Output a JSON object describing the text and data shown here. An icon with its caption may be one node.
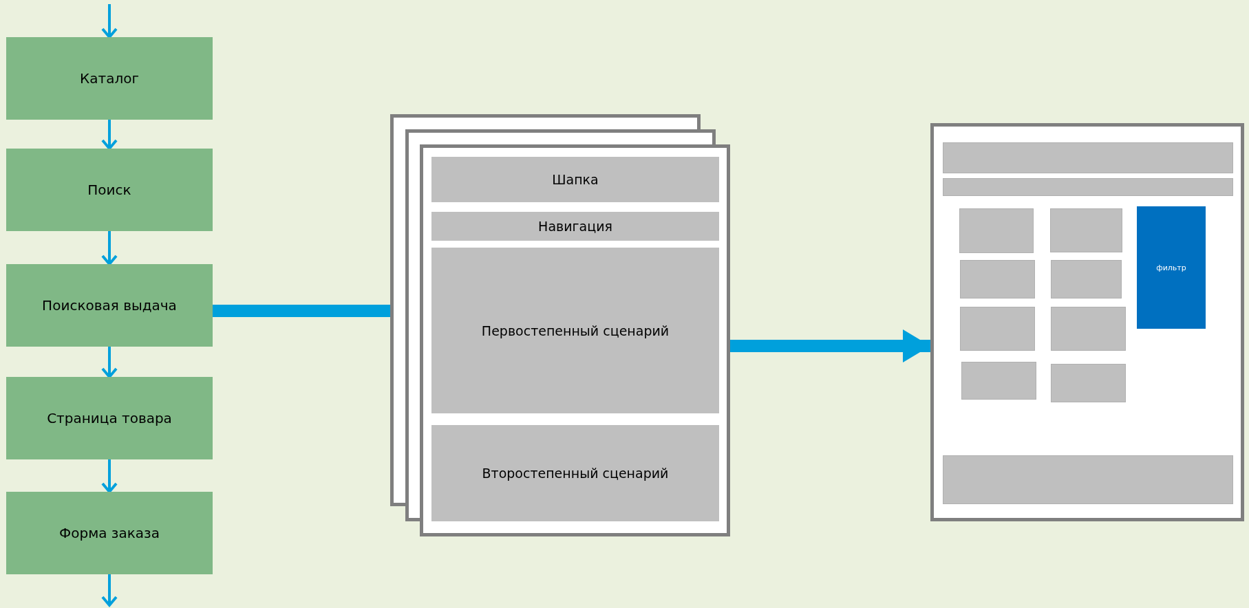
{
  "diagram": {
    "nodes": [
      {
        "text": [
          "Каталог"
        ]
      },
      {
        "text": [
          "Поиск"
        ]
      },
      {
        "text": [
          "Поисковая выдача"
        ]
      },
      {
        "text": [
          "Страница товара"
        ]
      },
      {
        "text": [
          "Форма заказа"
        ]
      },
      {
        "text": [],
        "shape": "box"
      },
      {
        "text": [
          "Шапка"
        ],
        "in": 5
      },
      {
        "text": [
          "Навигация"
        ],
        "in": 5
      },
      {
        "text": [
          "Первостепенный сценарий"
        ],
        "in": 5
      },
      {
        "text": [
          "Второстепенный сценарий"
        ],
        "in": 5
      },
      {
        "text": [],
        "shape": "box"
      },
      {
        "text": [],
        "shape": "box",
        "in": 10
      },
      {
        "text": [],
        "shape": "box",
        "in": 10
      },
      {
        "text": [],
        "shape": "box",
        "in": 10
      },
      {
        "text": [],
        "shape": "box",
        "in": 10
      },
      {
        "text": [
          "фильтр"
        ],
        "in": 10
      },
      {
        "text": [],
        "shape": "box",
        "in": 10
      },
      {
        "text": [],
        "shape": "box",
        "in": 10
      },
      {
        "text": [],
        "shape": "box",
        "in": 10
      },
      {
        "text": [],
        "shape": "box",
        "in": 10
      },
      {
        "text": [],
        "shape": "box",
        "in": 10
      },
      {
        "text": [],
        "shape": "box",
        "in": 10
      },
      {
        "text": [],
        "shape": "box",
        "in": 10
      }
    ],
    "edges": [
      {
        "from": null,
        "to": 0,
        "arrow": "to"
      },
      {
        "from": 0,
        "to": 1,
        "arrow": "to"
      },
      {
        "from": 1,
        "to": 2,
        "arrow": "to"
      },
      {
        "from": 2,
        "to": 3,
        "arrow": "to"
      },
      {
        "from": 3,
        "to": 4,
        "arrow": "to"
      },
      {
        "from": 4,
        "to": null,
        "arrow": "to"
      },
      {
        "from": 2,
        "to": 5,
        "arrow": "to",
        "style": "thick"
      },
      {
        "from": 5,
        "to": 10,
        "arrow": "to",
        "style": "thick"
      }
    ]
  }
}
